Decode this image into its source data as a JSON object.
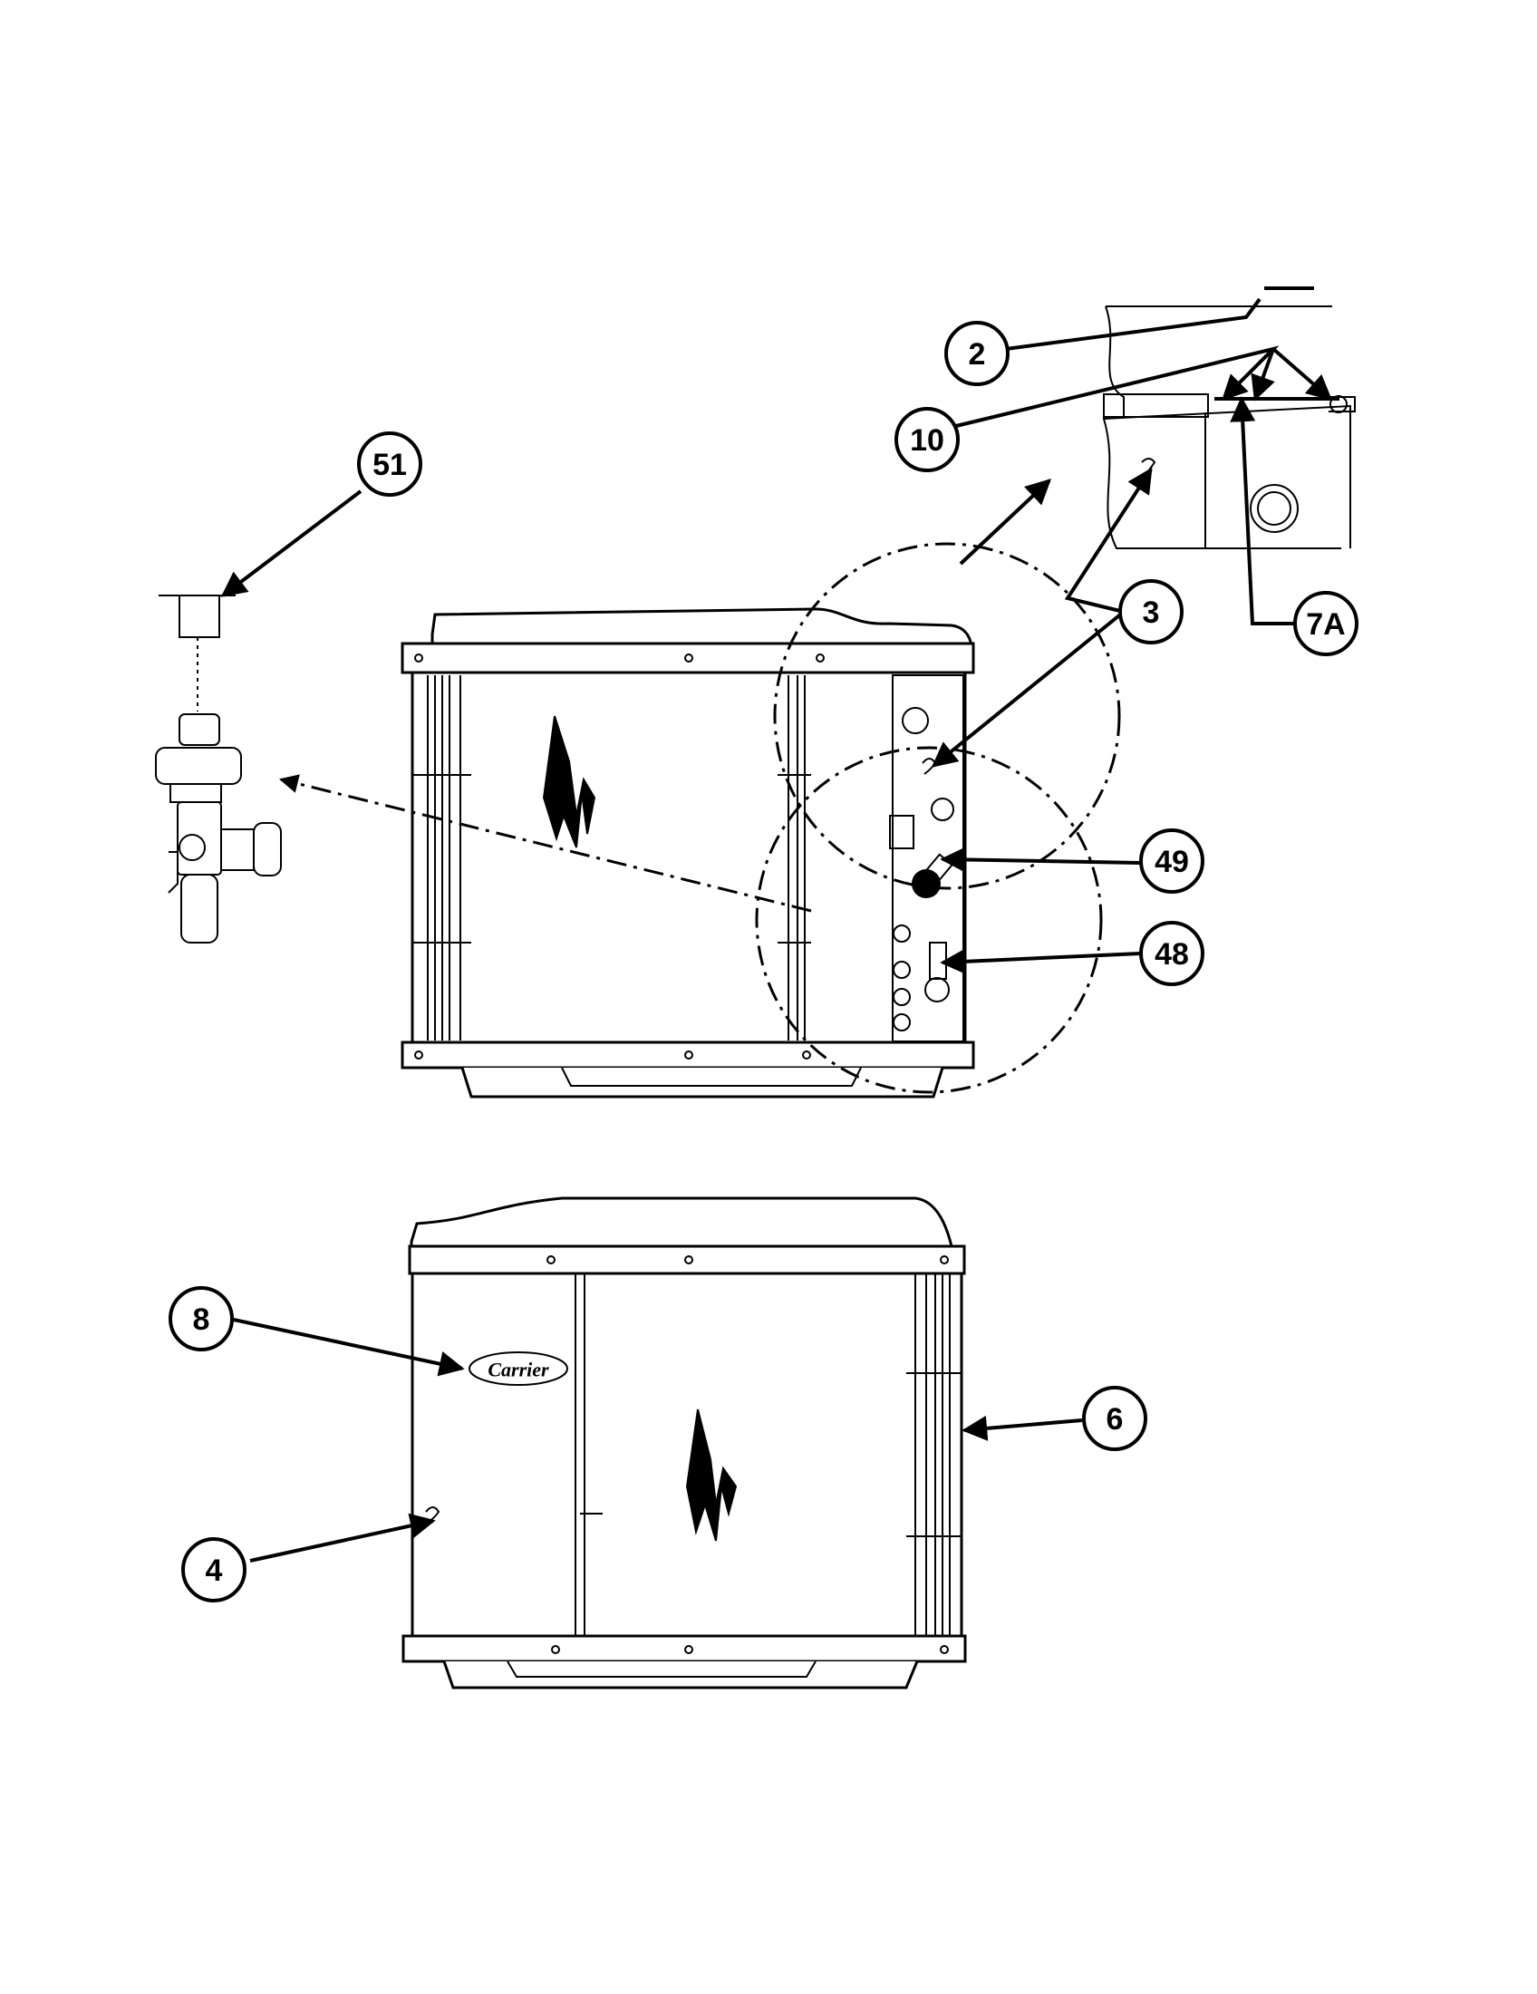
{
  "callouts": [
    {
      "id": "c2",
      "label": "2"
    },
    {
      "id": "c10",
      "label": "10"
    },
    {
      "id": "c51",
      "label": "51"
    },
    {
      "id": "c3",
      "label": "3"
    },
    {
      "id": "c7A",
      "label": "7A"
    },
    {
      "id": "c49",
      "label": "49"
    },
    {
      "id": "c48",
      "label": "48"
    },
    {
      "id": "c8",
      "label": "8"
    },
    {
      "id": "c6",
      "label": "6"
    },
    {
      "id": "c4",
      "label": "4"
    }
  ],
  "logo": "Carrier"
}
